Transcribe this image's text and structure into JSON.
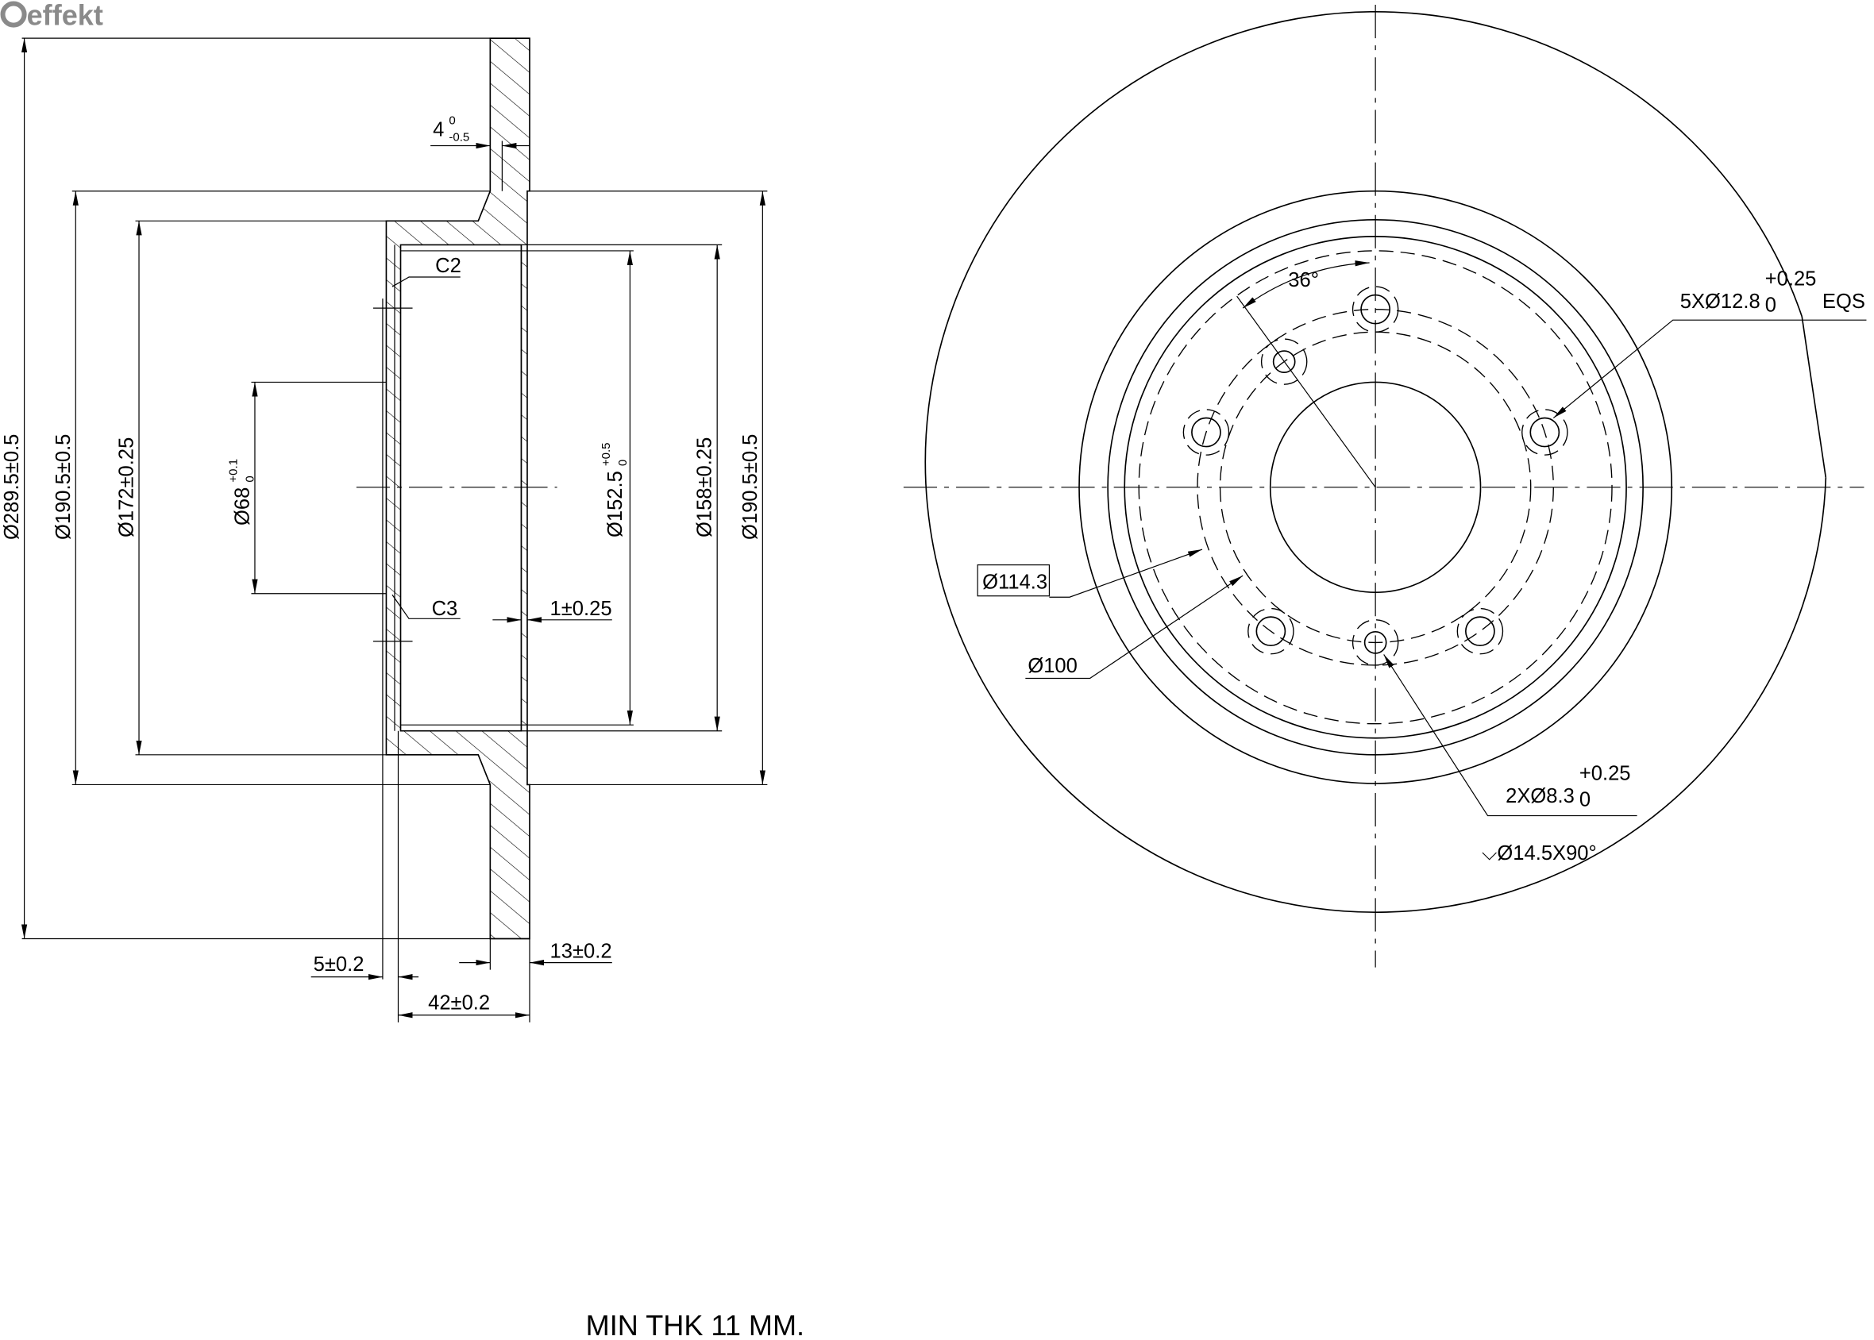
{
  "brand": {
    "logo_text": "effekt",
    "logo_color": "#8a8a8a"
  },
  "side_view": {
    "dims": {
      "outer_diameter": "Ø289.5±0.5",
      "hat_outer_left": "Ø190.5±0.5",
      "hat_dia": "Ø172±0.25",
      "center_bore": "Ø68",
      "center_bore_tol_upper": "+0.1",
      "center_bore_tol_lower": "0",
      "inner_dia": "Ø152.5",
      "inner_dia_tol_upper": "+0.5",
      "inner_dia_tol_lower": "0",
      "inner_dia_2": "Ø158±0.25",
      "hat_outer_right": "Ø190.5±0.5",
      "groove": "4",
      "groove_tol_upper": "0",
      "groove_tol_lower": "-0.5",
      "chamfer_top": "C2",
      "chamfer_bottom": "C3",
      "face_step": "1±0.25",
      "hat_wall": "5±0.2",
      "total_height": "42±0.2",
      "disc_thickness": "13±0.2"
    }
  },
  "front_view": {
    "angle": "36°",
    "bolt_holes": "5XØ12.8",
    "bolt_holes_tol_upper": "+0.25",
    "bolt_holes_tol_lower": "0",
    "bolt_holes_suffix": "EQS",
    "pcd": "Ø114.3",
    "pitch_small": "Ø100",
    "small_holes": "2XØ8.3",
    "small_holes_tol_upper": "+0.25",
    "small_holes_tol_lower": "0",
    "countersink": "⌵Ø14.5X90°"
  },
  "note": "MIN THK 11 MM."
}
